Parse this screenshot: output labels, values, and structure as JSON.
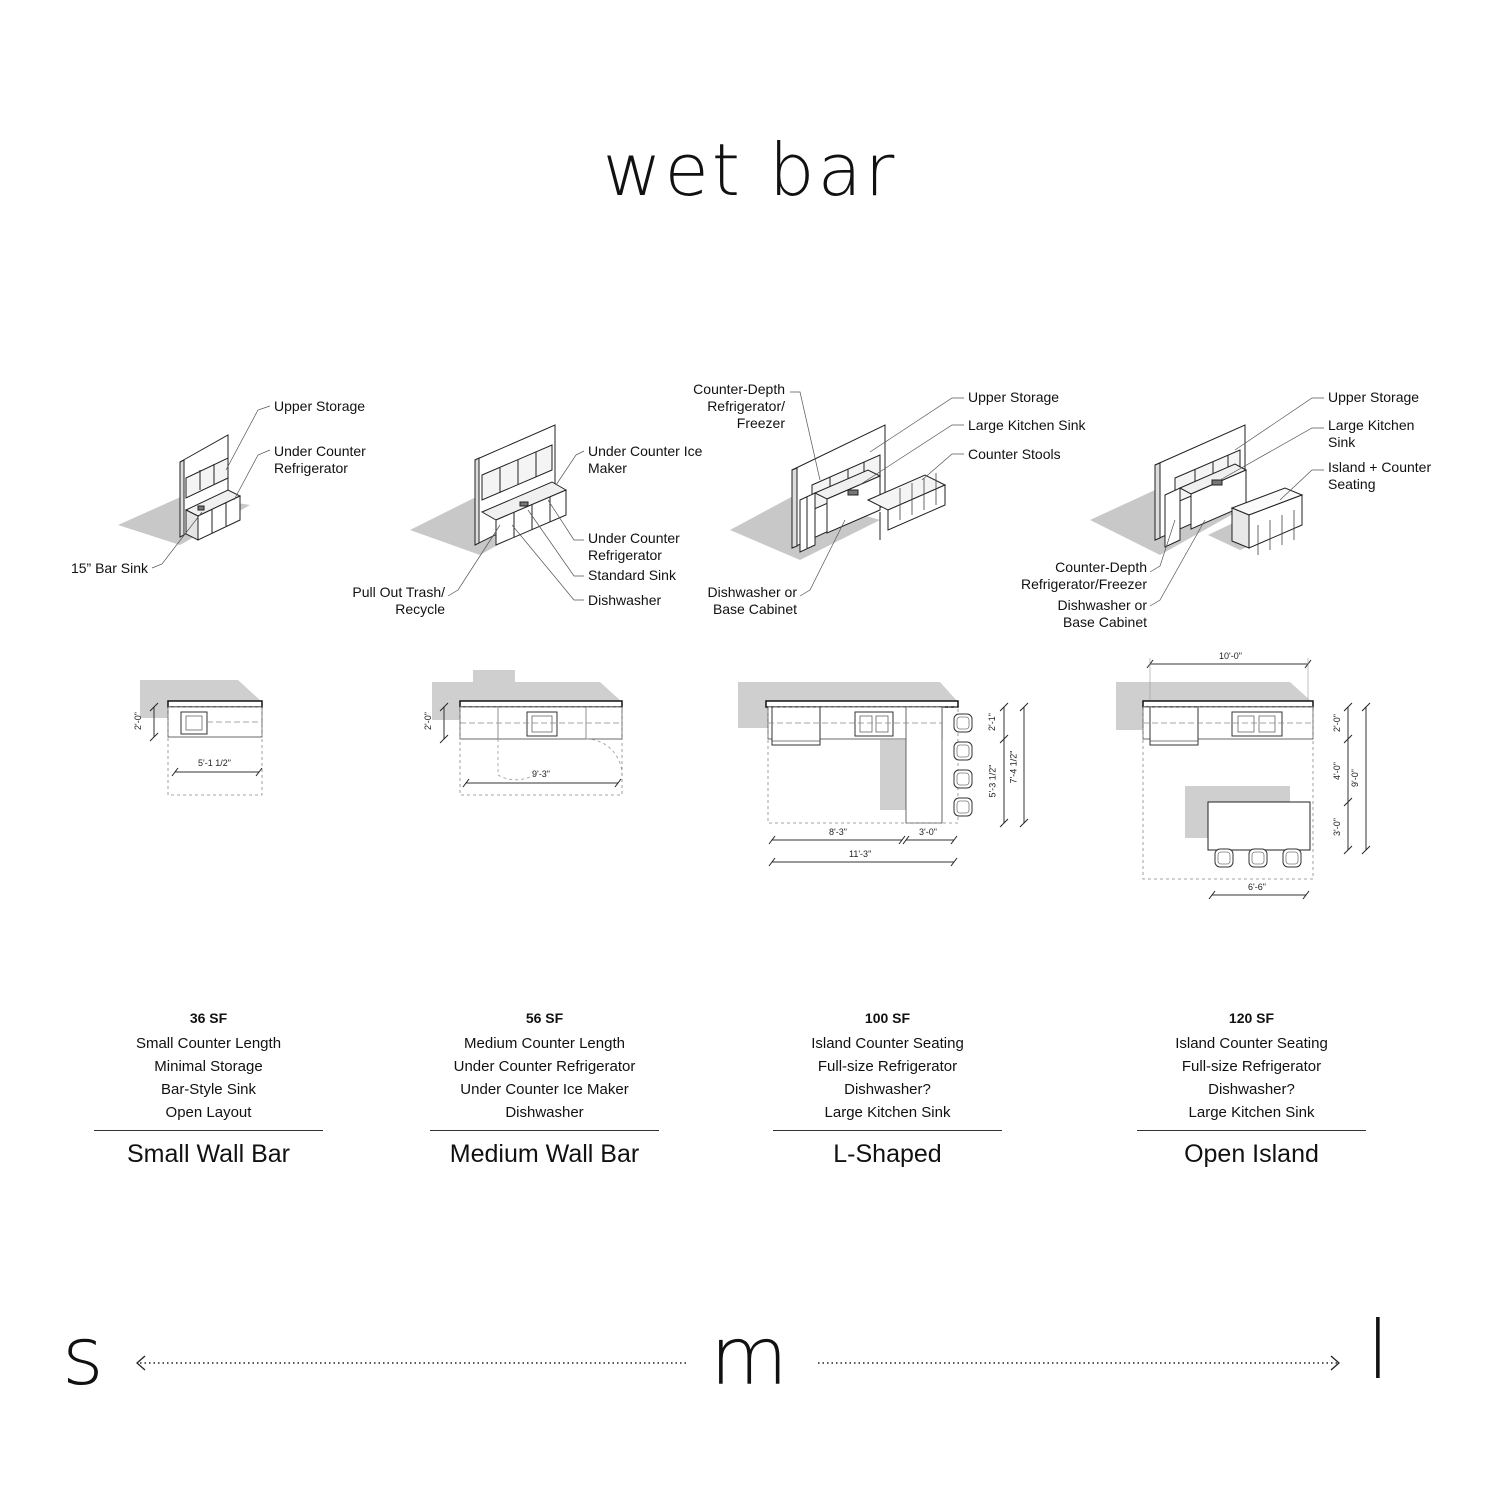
{
  "title": "wet bar",
  "callouts": {
    "small": {
      "upper_storage": "Upper Storage",
      "under_counter_refrigerator": "Under Counter\nRefrigerator",
      "bar_sink": "15” Bar Sink"
    },
    "medium": {
      "ice_maker": "Under Counter Ice\nMaker",
      "under_counter_refrigerator": "Under Counter\nRefrigerator",
      "standard_sink": "Standard Sink",
      "dishwasher": "Dishwasher",
      "pull_out_trash": "Pull Out Trash/\nRecycle"
    },
    "lshaped": {
      "refrigerator": "Counter-Depth\nRefrigerator/\nFreezer",
      "upper_storage": "Upper Storage",
      "large_sink": "Large Kitchen Sink",
      "counter_stools": "Counter Stools",
      "dishwasher": "Dishwasher or\nBase Cabinet"
    },
    "island": {
      "upper_storage": "Upper Storage",
      "large_sink": "Large Kitchen\nSink",
      "island_seating": "Island + Counter\nSeating",
      "refrigerator": "Counter-Depth\nRefrigerator/Freezer",
      "dishwasher": "Dishwasher or\nBase Cabinet"
    }
  },
  "dimensions": {
    "small": {
      "depth": "2'-0\"",
      "width": "5'-1 1/2\""
    },
    "medium": {
      "depth": "2'-0\"",
      "width": "9'-3\""
    },
    "lshaped": {
      "d1": "2'-1\"",
      "d2": "5'-3 1/2\"",
      "d3": "7'-4 1/2\"",
      "w1": "8'-3\"",
      "w2": "3'-0\"",
      "w3": "11'-3\""
    },
    "island": {
      "top": "10'-0\"",
      "d1": "2'-0\"",
      "d2": "4'-0\"",
      "d3": "3'-0\"",
      "total": "9'-0\"",
      "island_w": "6'-6\""
    }
  },
  "columns": [
    {
      "area": "36 SF",
      "features": [
        "Small Counter Length",
        "Minimal Storage",
        "Bar-Style Sink",
        "Open Layout"
      ],
      "name": "Small Wall Bar"
    },
    {
      "area": "56 SF",
      "features": [
        "Medium Counter Length",
        "Under Counter Refrigerator",
        "Under Counter Ice Maker",
        "Dishwasher"
      ],
      "name": "Medium Wall Bar"
    },
    {
      "area": "100 SF",
      "features": [
        "Island Counter Seating",
        "Full-size Refrigerator",
        "Dishwasher?",
        "Large Kitchen Sink"
      ],
      "name": "L-Shaped"
    },
    {
      "area": "120 SF",
      "features": [
        "Island Counter Seating",
        "Full-size Refrigerator",
        "Dishwasher?",
        "Large Kitchen Sink"
      ],
      "name": "Open Island"
    }
  ],
  "scale": {
    "small": "s",
    "medium": "m",
    "large": "l"
  }
}
